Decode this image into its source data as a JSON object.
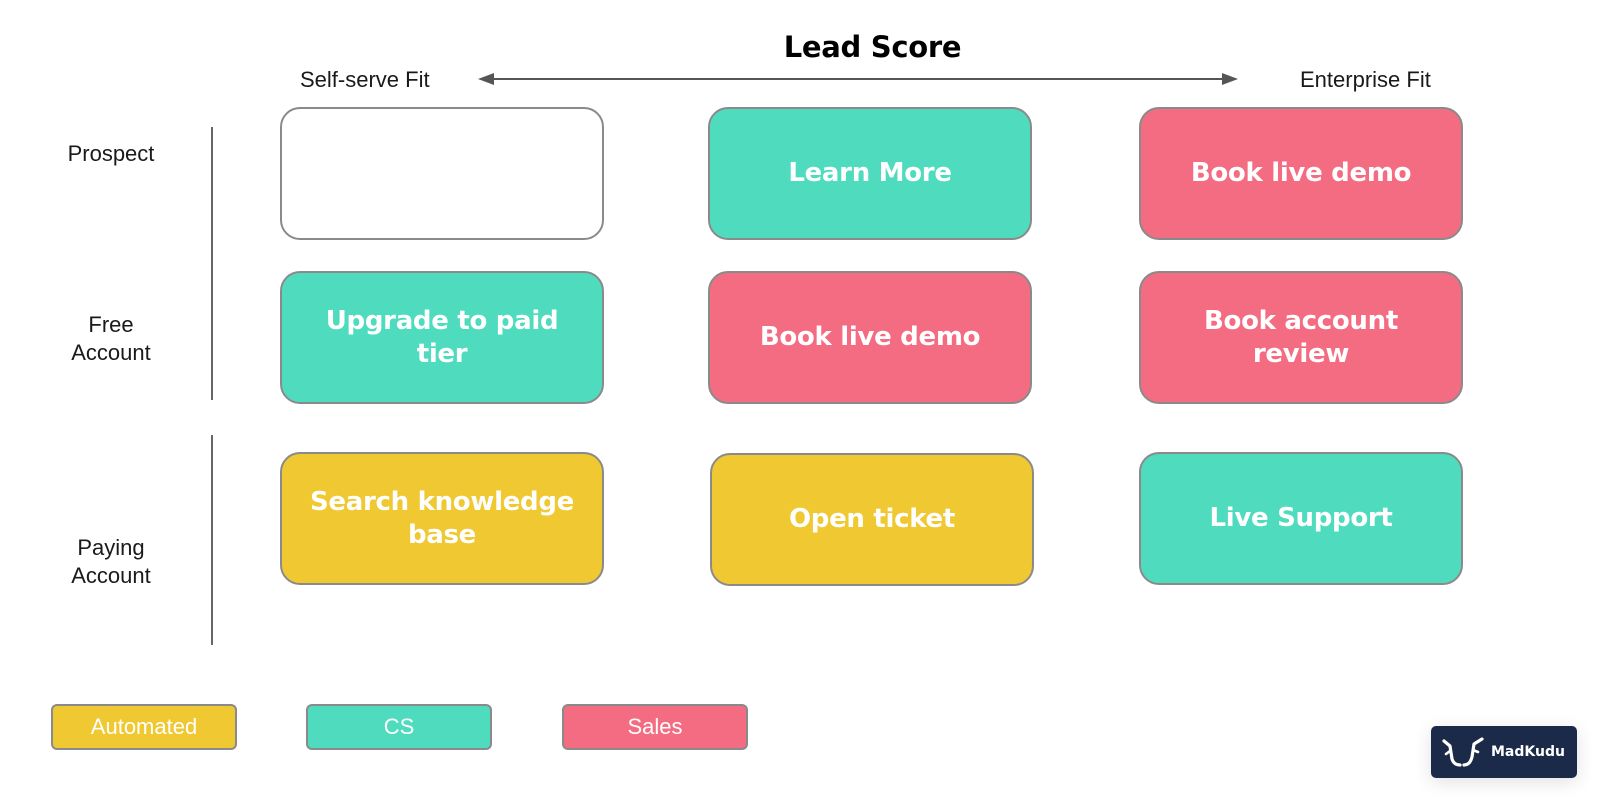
{
  "title": "Lead Score",
  "axis": {
    "left_label": "Self-serve Fit",
    "right_label": "Enterprise Fit"
  },
  "rows": [
    {
      "label": "Prospect"
    },
    {
      "label": "Free\nAccount"
    },
    {
      "label": "Paying\nAccount"
    }
  ],
  "colors": {
    "automated": "#EFC832",
    "cs": "#4FDCBE",
    "sales": "#F46C82",
    "empty": "#FFFFFF",
    "logo_bg": "#1B2A48"
  },
  "cells": [
    {
      "text": "",
      "category": "empty"
    },
    {
      "text": "Learn More",
      "category": "cs"
    },
    {
      "text": "Book live demo",
      "category": "sales"
    },
    {
      "text": "Upgrade to paid tier",
      "category": "cs"
    },
    {
      "text": "Book live demo",
      "category": "sales"
    },
    {
      "text": "Book account review",
      "category": "sales"
    },
    {
      "text": "Search knowledge base",
      "category": "automated"
    },
    {
      "text": "Open ticket",
      "category": "automated"
    },
    {
      "text": "Live Support",
      "category": "cs"
    }
  ],
  "legend": [
    {
      "label": "Automated",
      "category": "automated"
    },
    {
      "label": "CS",
      "category": "cs"
    },
    {
      "label": "Sales",
      "category": "sales"
    }
  ],
  "logo": {
    "text": "MadKudu",
    "icon": "madkudu-antler-icon"
  }
}
